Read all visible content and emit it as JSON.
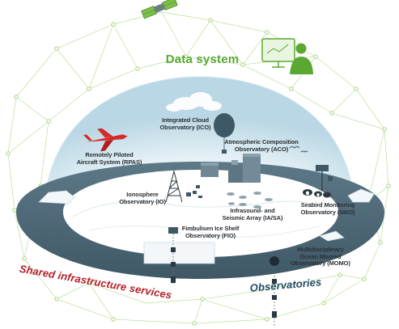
{
  "titles": {
    "data_system": "Data system",
    "shared_infrastructure": "Shared infrastructure services",
    "observatories": "Observatories"
  },
  "observatories": {
    "ico": [
      "Integrated Cloud",
      "Observatory (ICO)"
    ],
    "aco": [
      "Atmospheric Composition",
      "Observatory (ACO)"
    ],
    "rpas": [
      "Remotely Piloted",
      "Aircraft System (RPAS)"
    ],
    "io": [
      "Ionosphere",
      "Observatory (IO)"
    ],
    "iasa": [
      "Infrasound- and",
      "Seismic Array (IA/SA)"
    ],
    "smo": [
      "Seabird Monitoring",
      "Observatory (SMO)"
    ],
    "fio": [
      "Fimbulisen Ice Shelf",
      "Observatory (FIO)"
    ],
    "momo": [
      "Multidisciplinary",
      "Ocean Moored",
      "Observatory (MOMO)"
    ]
  },
  "colors": {
    "green": "#5aa832",
    "red": "#b5202a",
    "navy": "#244a66",
    "ring": "#4f6b7a",
    "dome": "#d7e9f0"
  }
}
